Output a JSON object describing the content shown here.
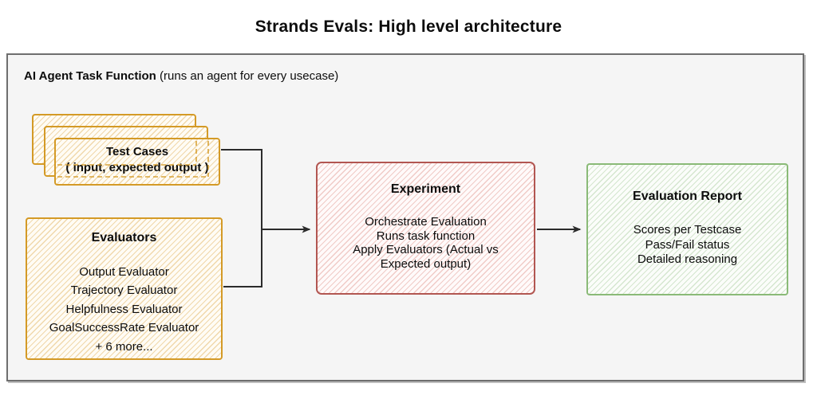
{
  "page": {
    "title": "Strands Evals: High level architecture"
  },
  "container": {
    "label_bold": "AI Agent Task Function",
    "label_note": "(runs an agent for every usecase)"
  },
  "nodes": {
    "test_cases": {
      "title": "Test Cases",
      "subtitle": "( input, expected output )"
    },
    "evaluators": {
      "title": "Evaluators",
      "items": [
        "Output Evaluator",
        "Trajectory Evaluator",
        "Helpfulness Evaluator",
        "GoalSuccessRate Evaluator",
        "+ 6 more..."
      ]
    },
    "experiment": {
      "title": "Experiment",
      "items": [
        "Orchestrate Evaluation",
        "Runs task function",
        "Apply Evaluators (Actual vs Expected output)"
      ]
    },
    "evaluation_report": {
      "title": "Evaluation Report",
      "items": [
        "Scores per Testcase",
        "Pass/Fail status",
        "Detailed reasoning"
      ]
    }
  },
  "colors": {
    "orange_border": "#d49a26",
    "orange_hatch": "#f0d8ab",
    "red_border": "#b25651",
    "red_hatch": "#f0cbc7",
    "green_border": "#8aba77",
    "green_hatch": "#d5e6cf",
    "connector": "#2b2b2b",
    "container_bg": "#f5f5f5",
    "container_border": "#6e6e6e"
  }
}
